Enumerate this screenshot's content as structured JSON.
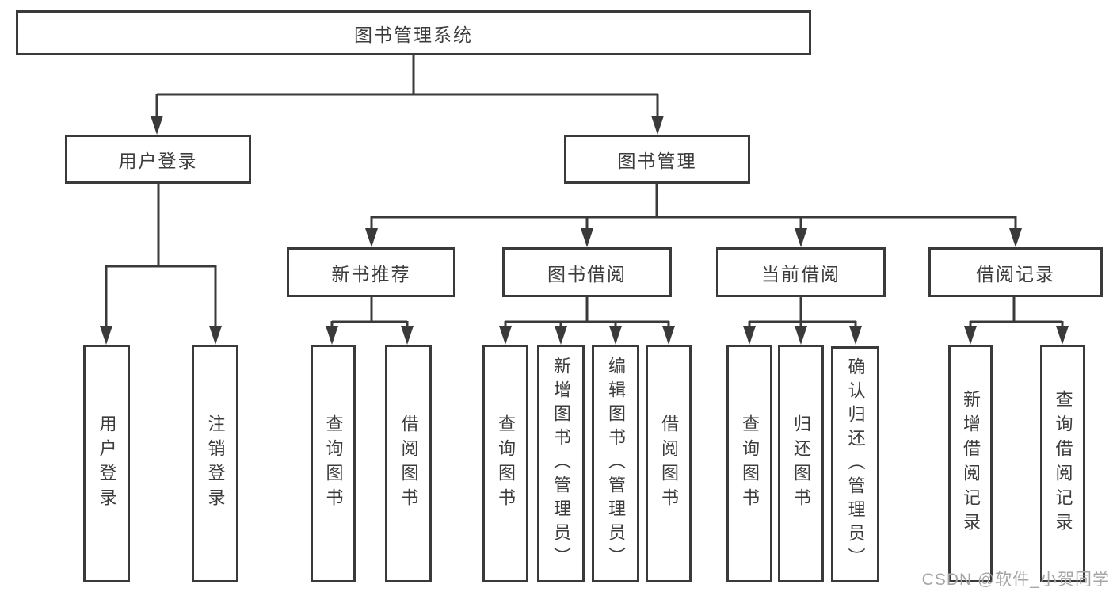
{
  "tree": {
    "root": "图书管理系统",
    "branches": [
      {
        "label": "用户登录",
        "children": [
          "用户登录",
          "注销登录"
        ]
      },
      {
        "label": "图书管理",
        "sections": [
          {
            "label": "新书推荐",
            "children": [
              "查询图书",
              "借阅图书"
            ]
          },
          {
            "label": "图书借阅",
            "children": [
              "查询图书",
              "新增图书（管理员）",
              "编辑图书（管理员）",
              "借阅图书"
            ]
          },
          {
            "label": "当前借阅",
            "children": [
              "查询图书",
              "归还图书",
              "确认归还（管理员）"
            ]
          },
          {
            "label": "借阅记录",
            "children": [
              "新增借阅记录",
              "查询借阅记录"
            ]
          }
        ]
      }
    ]
  },
  "watermark": {
    "text": "CSDN @软件_小贺同学"
  },
  "colors": {
    "line": "#3a3a3a",
    "box_border": "#3a3a3a",
    "text": "#3c3c3c",
    "watermark": "#a6a6a6",
    "background": "#ffffff"
  }
}
